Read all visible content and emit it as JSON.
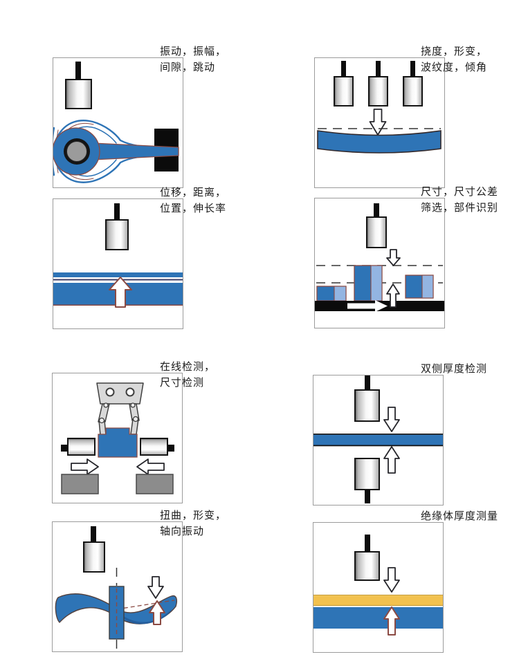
{
  "document": {
    "type": "sensor-application-diagram",
    "panel_count": 8
  },
  "colors": {
    "blue": "#2E74B6",
    "light_blue": "#93B5E2",
    "yellow": "#F2C14E",
    "maroon": "#8B4A43",
    "gray_box": "#8C8C8C",
    "panel_border": "#9B9B9B",
    "text": "#1A1A1A"
  },
  "panels": [
    {
      "id": "vibration",
      "label_lines": [
        "振动，振幅，",
        "间隙，跳动"
      ]
    },
    {
      "id": "deflection",
      "label_lines": [
        "挠度，形变，",
        "波纹度，倾角"
      ]
    },
    {
      "id": "displacement",
      "label_lines": [
        "位移，距离，",
        "位置，伸长率"
      ]
    },
    {
      "id": "dimension",
      "label_lines": [
        "尺寸，尺寸公差",
        "筛选，部件识别"
      ]
    },
    {
      "id": "inline-inspection",
      "label_lines": [
        "在线检测，",
        "尺寸检测"
      ]
    },
    {
      "id": "dual-thickness",
      "label_lines": [
        "双侧厚度检测"
      ]
    },
    {
      "id": "twist",
      "label_lines": [
        "扭曲，形变，",
        "轴向振动"
      ]
    },
    {
      "id": "insulator",
      "label_lines": [
        "绝缘体厚度测量"
      ]
    }
  ]
}
